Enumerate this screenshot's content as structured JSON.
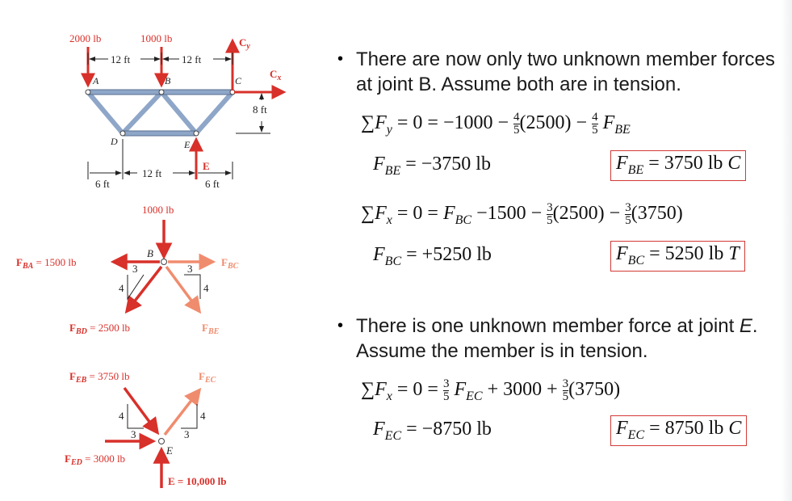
{
  "truss": {
    "load_a": "2000 lb",
    "load_b": "1000 lb",
    "dim_ab": "12 ft",
    "dim_bc": "12 ft",
    "node_a": "A",
    "node_b": "B",
    "node_c": "C",
    "node_d": "D",
    "node_e": "E",
    "cy_main": "C",
    "cy_sub": "y",
    "cx_main": "C",
    "cx_sub": "x",
    "height": "8 ft",
    "dim_left": "6 ft",
    "dim_mid": "12 ft",
    "dim_right": "6 ft",
    "reaction_e": "E"
  },
  "fbd_b": {
    "load": "1000 lb",
    "node": "B",
    "fba": "F",
    "fba_sub": "BA",
    "fba_val": " = 1500 lb",
    "fbc": "F",
    "fbc_sub": "BC",
    "fbd": "F",
    "fbd_sub": "BD",
    "fbd_val": " = 2500 lb",
    "fbe": "F",
    "fbe_sub": "BE",
    "tri_left_h": "3",
    "tri_left_v": "4",
    "tri_right_h": "3",
    "tri_right_v": "4"
  },
  "fbd_e": {
    "feb": "F",
    "feb_sub": "EB",
    "feb_val": " = 3750 lb",
    "fec": "F",
    "fec_sub": "EC",
    "fed": "F",
    "fed_sub": "ED",
    "fed_val": " = 3000 lb",
    "node": "E",
    "reaction": "E = 10,000 lb",
    "tri_left_h": "3",
    "tri_left_v": "4",
    "tri_right_h": "3",
    "tri_right_v": "4"
  },
  "bullet1": {
    "text": "There are now only two unknown member forces at joint B.  Assume both are in tension."
  },
  "eq1": {
    "lhs": "∑F",
    "lhs_sub": "y",
    "rhs_a": " = 0 = −1000 − ",
    "rhs_b": "(2500) − ",
    "rhs_c": "F",
    "rhs_c_sub": "BE",
    "frac_num": "4",
    "frac_den": "5"
  },
  "res1": {
    "var": "F",
    "sub": "BE",
    "val": " = −3750 lb"
  },
  "box1": {
    "var": "F",
    "sub": "BE",
    "val": " = 3750 lb ",
    "tag": "C"
  },
  "eq2": {
    "lhs": "∑F",
    "lhs_sub": "x",
    "rhs_a": " = 0 = ",
    "rhs_b": "F",
    "rhs_b_sub": "BC",
    "rhs_c": " −1500 − ",
    "rhs_d": "(2500) − ",
    "rhs_e": "(3750)",
    "frac_num": "3",
    "frac_den": "5"
  },
  "res2": {
    "var": "F",
    "sub": "BC",
    "val": " = +5250 lb"
  },
  "box2": {
    "var": "F",
    "sub": "BC",
    "val": " = 5250 lb ",
    "tag": "T"
  },
  "bullet2": {
    "text_a": "There is one unknown member force at joint ",
    "text_em": "E",
    "text_b": ".  Assume the member is in tension."
  },
  "eq3": {
    "lhs": "∑F",
    "lhs_sub": "x",
    "rhs_a": " = 0 = ",
    "rhs_b": "F",
    "rhs_b_sub": "EC",
    "rhs_c": " + 3000 + ",
    "rhs_d": "(3750)",
    "frac_num": "3",
    "frac_den": "5"
  },
  "res3": {
    "var": "F",
    "sub": "EC",
    "val": " = −8750 lb"
  },
  "box3": {
    "var": "F",
    "sub": "EC",
    "val": " = 8750 lb ",
    "tag": "C"
  },
  "colors": {
    "force_red": "#d8302a",
    "member_blue": "#8ea6c8",
    "light_red": "#f08c6e",
    "box_border": "#d23a36"
  }
}
